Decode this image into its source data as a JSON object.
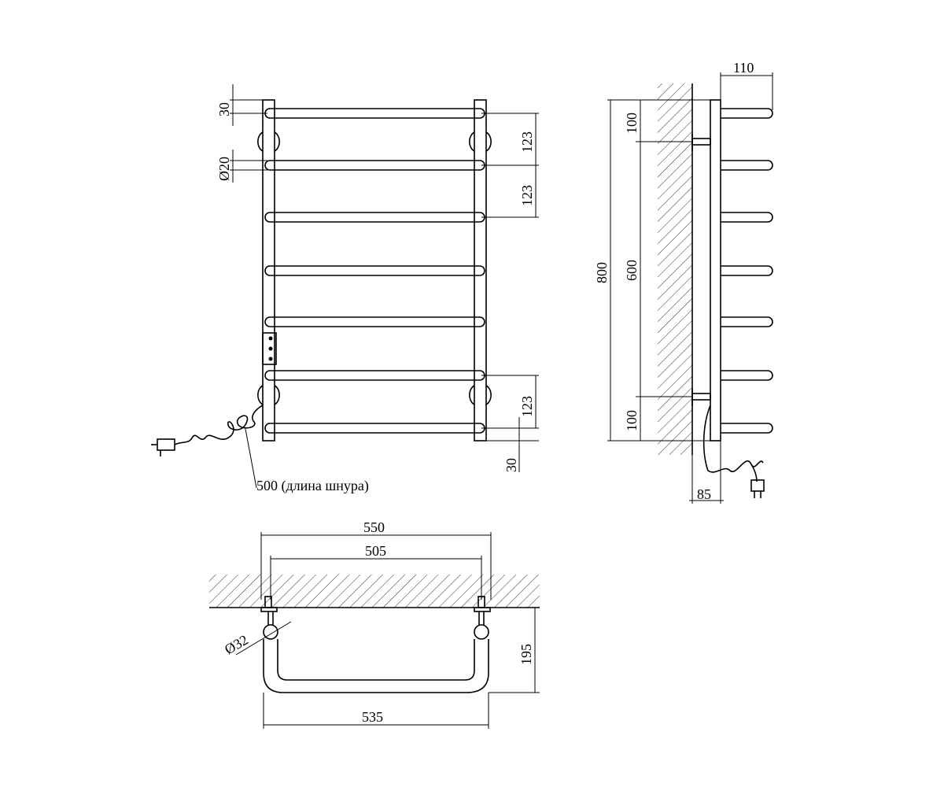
{
  "front_view": {
    "top_offset": "30",
    "tube_diameter": "Ø20",
    "spacing_1": "123",
    "spacing_2": "123",
    "spacing_3": "123",
    "bottom_offset": "30",
    "cord_note": "500 (длина шнура)"
  },
  "side_view": {
    "depth": "110",
    "total_height": "800",
    "mount_spacing": "600",
    "top_mount_offset": "100",
    "bottom_mount_offset": "100",
    "wall_offset": "85"
  },
  "top_view": {
    "overall_width": "550",
    "mount_width": "505",
    "bottom_width": "535",
    "depth": "195",
    "pipe_diameter": "Ø32"
  }
}
